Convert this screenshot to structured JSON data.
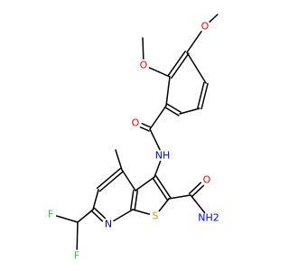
{
  "molecule": {
    "atoms": {
      "o_methoxy_top": {
        "label": "O",
        "color": "#ff0000"
      },
      "o_methoxy_mid": {
        "label": "O",
        "color": "#ff0000"
      },
      "o_amide_carbonyl": {
        "label": "O",
        "color": "#ff0000"
      },
      "nh_amide": {
        "label": "NH",
        "color": "#0000ff"
      },
      "o_carboxamide": {
        "label": "O",
        "color": "#ff0000"
      },
      "nh2_carboxamide": {
        "label": "NH2",
        "color": "#0000ff"
      },
      "n_pyridine": {
        "label": "N",
        "color": "#0000ff"
      },
      "s_thiophene": {
        "label": "S",
        "color": "#b8a100"
      },
      "f_upper": {
        "label": "F",
        "color": "#32cd32"
      },
      "f_lower": {
        "label": "F",
        "color": "#32cd32"
      }
    }
  }
}
